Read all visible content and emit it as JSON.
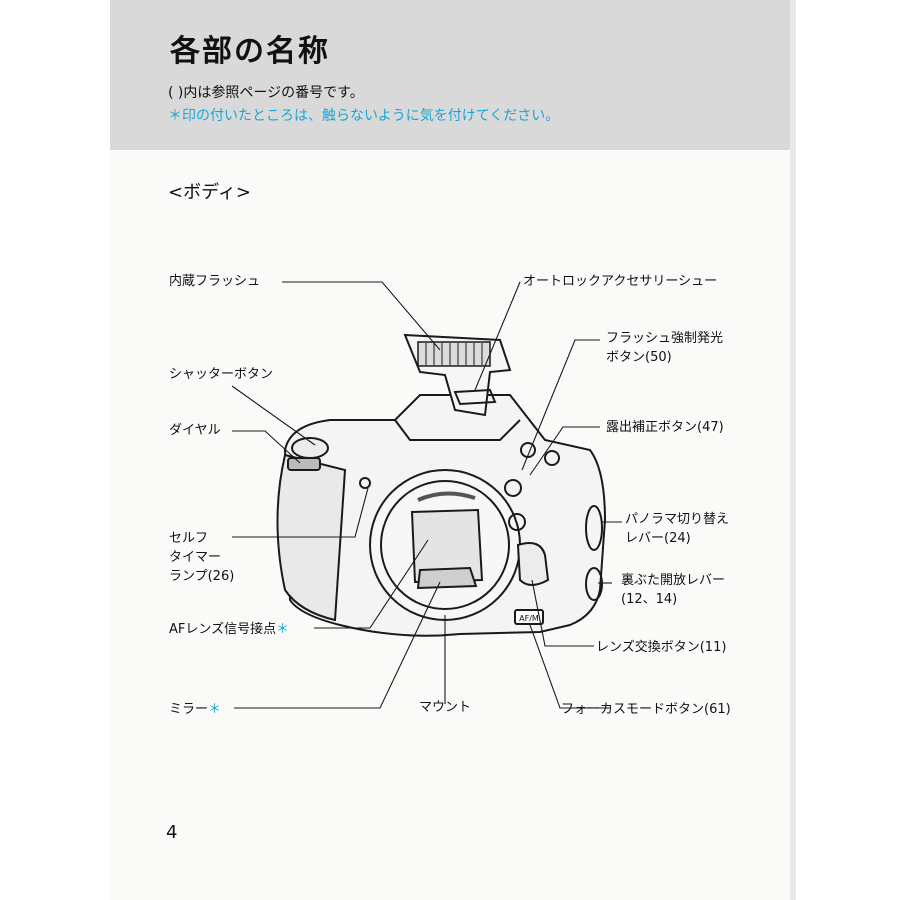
{
  "header": {
    "title": "各部の名称",
    "note_ref": "( )内は参照ページの番号です。",
    "note_warn": "＊印の付いたところは、触らないように気を付けてください。"
  },
  "section_title": "<ボディ>",
  "labels": {
    "builtin_flash": "内蔵フラッシュ",
    "shutter_button": "シャッターボタン",
    "dial": "ダイヤル",
    "self_timer_1": "セルフ",
    "self_timer_2": "タイマー",
    "self_timer_3": "ランプ(26)",
    "af_contacts": "AFレンズ信号接点",
    "mirror": "ミラー",
    "mount": "マウント",
    "focus_mode": "フォーカスモードボタン(61)",
    "lens_release": "レンズ交換ボタン(11)",
    "back_cover_1": "裏ぶた開放レバー",
    "back_cover_2": "(12、14)",
    "panorama_1": "パノラマ切り替え",
    "panorama_2": "レバー(24)",
    "exposure_comp": "露出補正ボタン(47)",
    "flash_force_1": "フラッシュ強制発光",
    "flash_force_2": "ボタン(50)",
    "autolock_shoe": "オートロックアクセサリーシュー",
    "star": "＊"
  },
  "camera_mode_label": "AF/M",
  "page_number": "4"
}
